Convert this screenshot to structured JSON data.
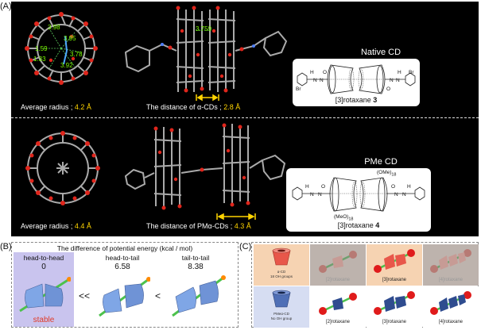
{
  "panels": {
    "a": "(A)",
    "b": "(B)",
    "c": "(C)"
  },
  "panel_a": {
    "top": {
      "distances_left": [
        "3.98",
        "3.95",
        "1.59",
        "1.33",
        "3.78",
        "3.92"
      ],
      "distance_mid": "3.759",
      "avg_radius_label": "Average radius ; ",
      "avg_radius_value": "4.2 Å",
      "dist_label": "The distance of α-CDs ; ",
      "dist_value": "2.8 Å",
      "title": "Native CD",
      "compound_prefix": "[3]rotaxane ",
      "compound_num": "3",
      "chem_labels": [
        "H",
        "N",
        "N",
        "O",
        "Br",
        "H",
        "N",
        "N",
        "O",
        "Br"
      ]
    },
    "bottom": {
      "avg_radius_label": "Average radius ; ",
      "avg_radius_value": "4.4 Å",
      "dist_label": "The distance of PMα-CDs ; ",
      "dist_value": "4.3 Å",
      "title": "PMe CD",
      "ome_top": "(OMe)",
      "ome_top_sub": "18",
      "meo_bottom": "(MeO)",
      "meo_bottom_sub": "18",
      "compound_prefix": "[3]rotaxane ",
      "compound_num": "4",
      "chem_labels": [
        "H",
        "N",
        "N",
        "O",
        "H",
        "N",
        "N",
        "O"
      ]
    }
  },
  "panel_b": {
    "title": "The difference of potential energy (kcal / mol)",
    "items": [
      {
        "head": "head-to-head",
        "value": "0"
      },
      {
        "head": "head-to-tail",
        "value": "6.58"
      },
      {
        "head": "tail-to-tail",
        "value": "8.38"
      }
    ],
    "ineq": [
      "<<",
      "<"
    ],
    "stable": "stable"
  },
  "panel_c": {
    "row1": [
      {
        "label": "α-CD",
        "sub1": "18 OH groups"
      },
      {
        "label": "[2]rotaxane"
      },
      {
        "label": "[3]rotaxane"
      },
      {
        "label": "[4]rotaxane"
      }
    ],
    "row2": [
      {
        "label": "PMeα-CD",
        "sub1": "No OH group"
      },
      {
        "label": "[2]rotaxane"
      },
      {
        "label": "[3]rotaxane"
      },
      {
        "label": "[4]rotaxane"
      }
    ]
  },
  "colors": {
    "panel_bg": "#000000",
    "highlight": "#ffd400",
    "measure": "#7cfc00",
    "stable": "#e03a28",
    "b_highlight": "#c9c4ee",
    "cd_red": "#e8574a",
    "cd_blue": "#6f93d6",
    "axle_green": "#4cc24c",
    "stopper_red": "#e01b1b",
    "c_bg_orange": "#f6d3b2",
    "c_bg_blue": "#d6ddf2"
  }
}
